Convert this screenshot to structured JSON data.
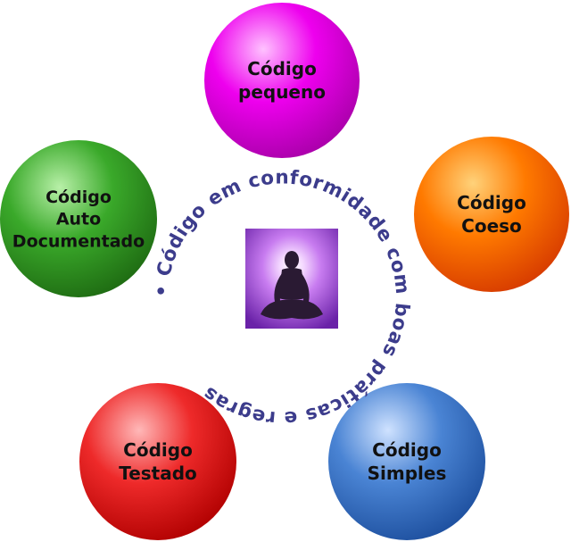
{
  "circles": [
    {
      "id": "pequeno",
      "lines": [
        "Código",
        "pequeno"
      ],
      "color": "#ee00ee",
      "highlight": "#ffc2ff",
      "shade": "#a800a8"
    },
    {
      "id": "coeso",
      "lines": [
        "Código",
        "Coeso"
      ],
      "color": "#ff7a00",
      "highlight": "#ffd27a",
      "shade": "#d63a00"
    },
    {
      "id": "simples",
      "lines": [
        "Código",
        "Simples"
      ],
      "color": "#4a84d4",
      "highlight": "#cfe2ff",
      "shade": "#1d4f9e"
    },
    {
      "id": "testado",
      "lines": [
        "Código",
        "Testado"
      ],
      "color": "#ee2a2a",
      "highlight": "#ffb8b8",
      "shade": "#b00000"
    },
    {
      "id": "auto-documentado",
      "lines": [
        "Código",
        "Auto",
        "Documentado"
      ],
      "color": "#3aa92a",
      "highlight": "#b8f0a8",
      "shade": "#1e6a12"
    }
  ],
  "ring_text": "• Código em conformidade com boas práticas e regras",
  "center_icon": "meditating-figure-icon",
  "colors": {
    "ring_text": "#3c3c8c",
    "center_glow": "#c87cf0",
    "center_bg": "#7a2fb8"
  }
}
